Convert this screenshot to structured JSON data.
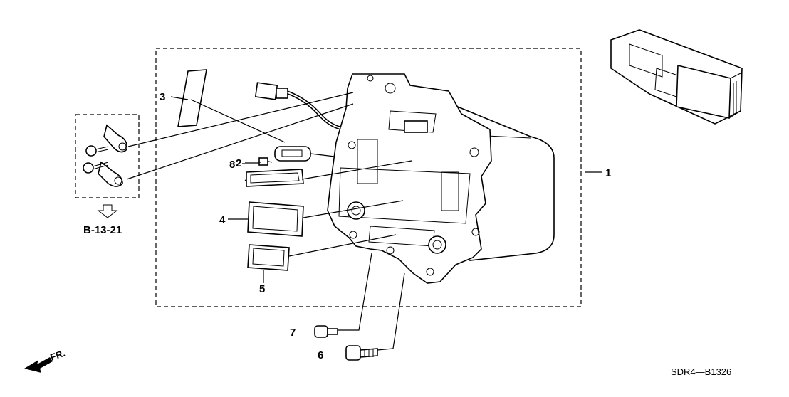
{
  "callouts": {
    "c1": "1",
    "c2": "2",
    "c3": "3",
    "c4": "4",
    "c5": "5",
    "c6": "6",
    "c7": "7",
    "c8": "8"
  },
  "reference": "B-13-21",
  "direction_label": "FR.",
  "diagram_code": "SDR4—B1326",
  "icons": [
    "fr-direction-arrow-icon",
    "reference-arrow-icon"
  ]
}
